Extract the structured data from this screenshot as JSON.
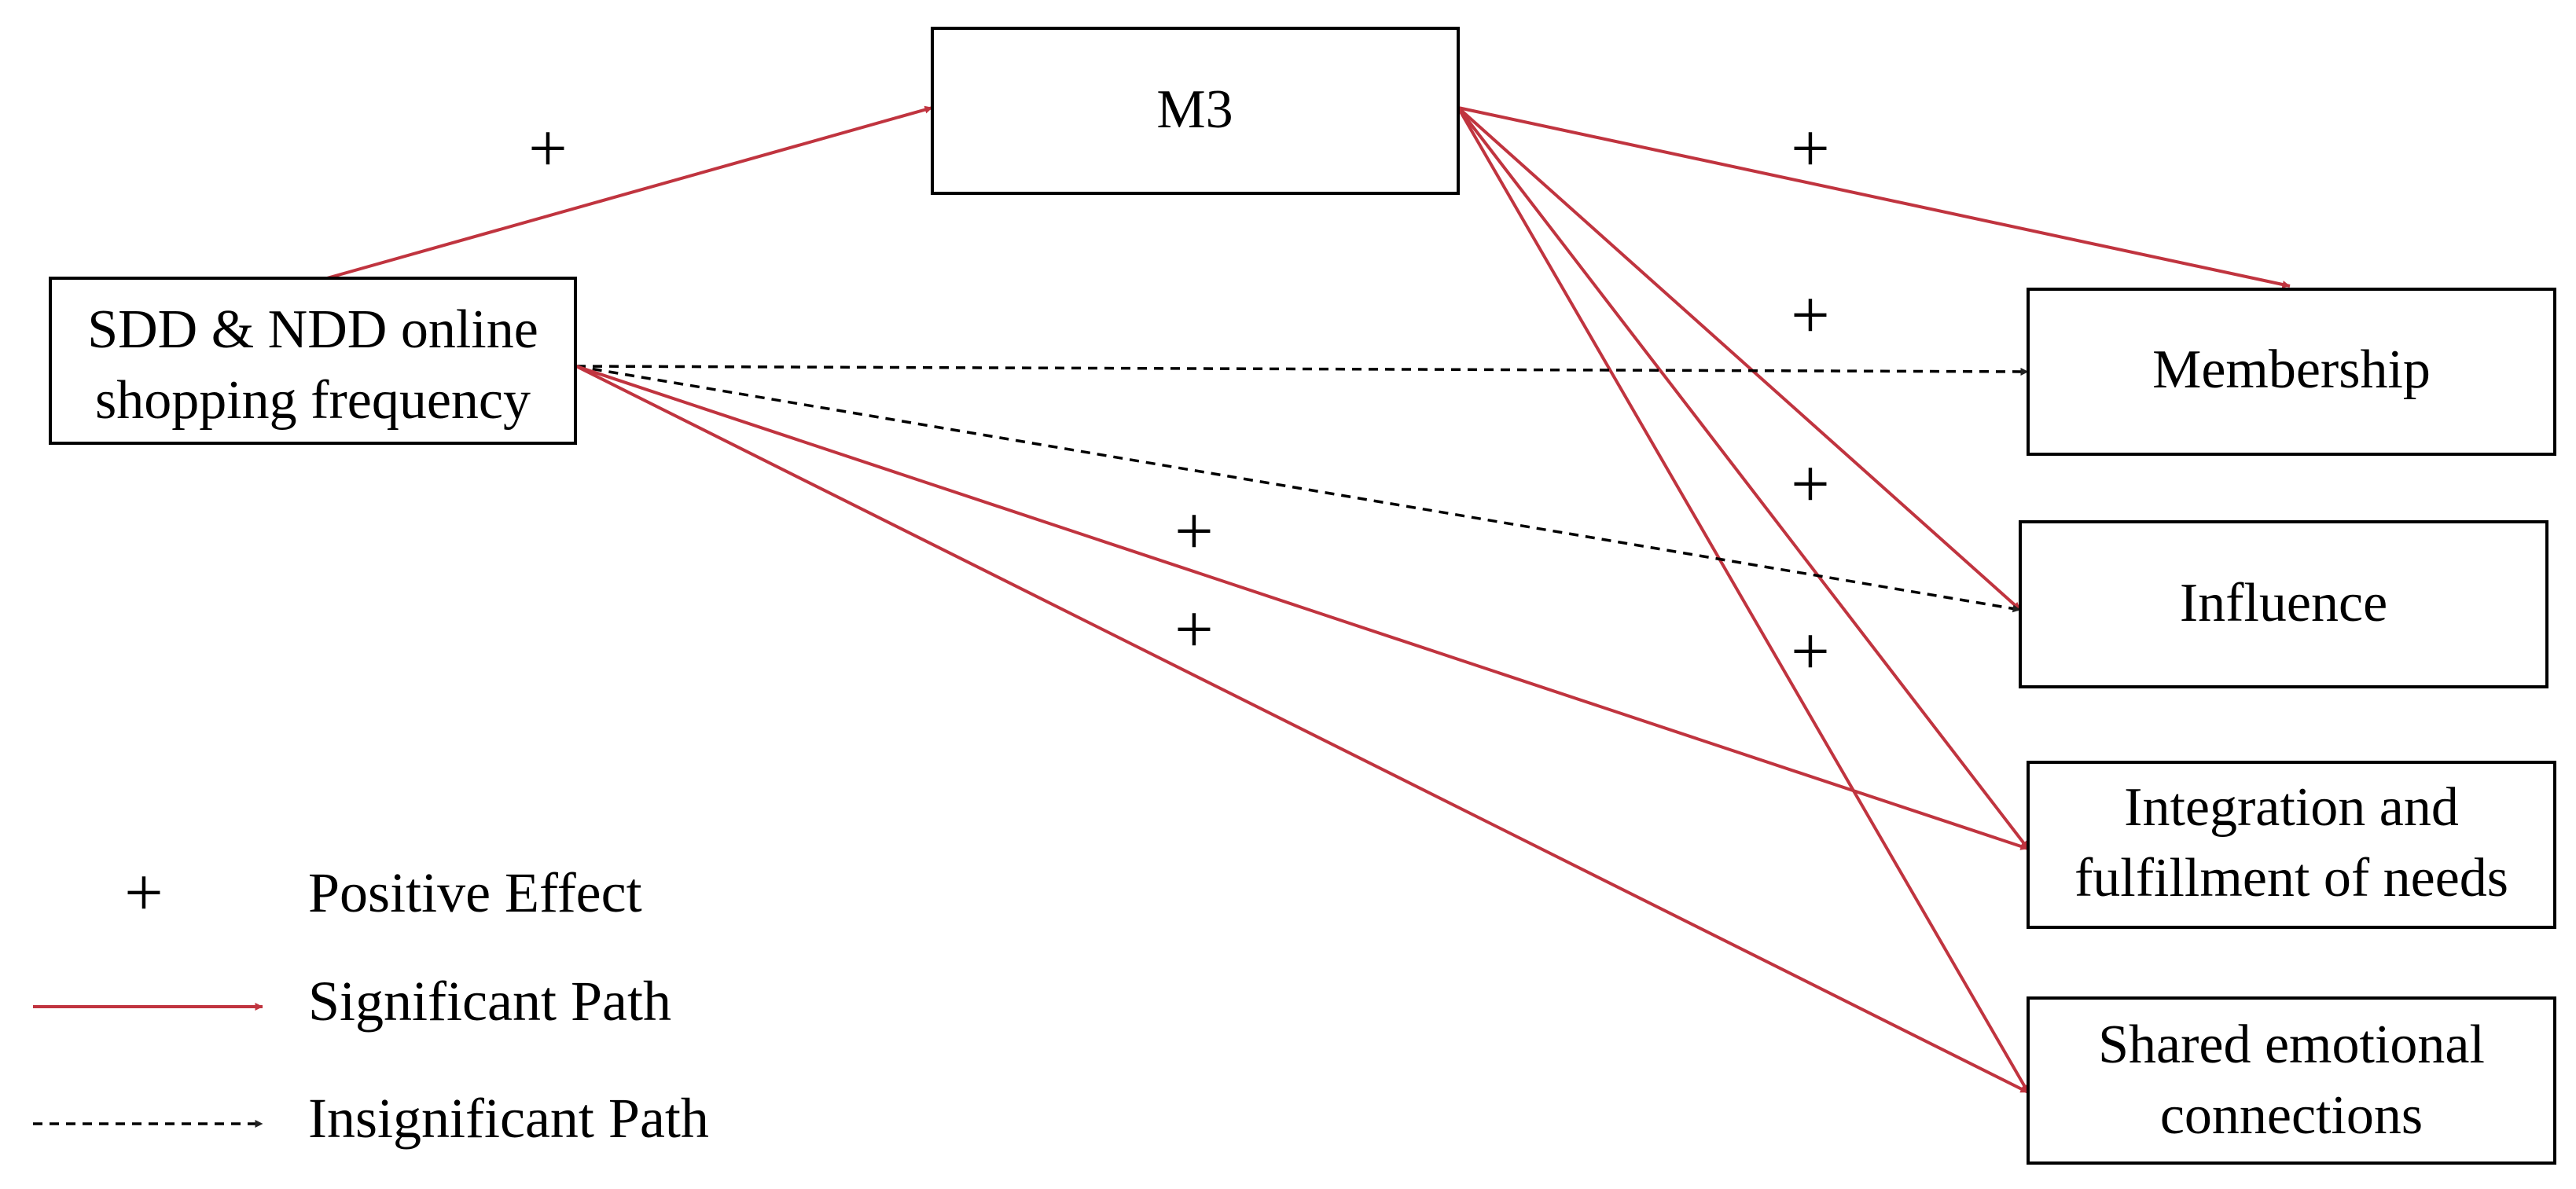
{
  "nodes": {
    "source": {
      "lines": [
        "SDD & NDD online",
        "shopping frequency"
      ]
    },
    "mediator": {
      "lines": [
        "M3"
      ]
    },
    "membership": {
      "lines": [
        "Membership"
      ]
    },
    "influence": {
      "lines": [
        "Influence"
      ]
    },
    "integration": {
      "lines": [
        "Integration and",
        "fulfillment of needs"
      ]
    },
    "shared": {
      "lines": [
        "Shared emotional",
        "connections"
      ]
    }
  },
  "effect_symbol": "+",
  "legend": {
    "positive": "Positive Effect",
    "significant": "Significant Path",
    "insignificant": "Insignificant Path"
  },
  "colors": {
    "significant": "#c0343f",
    "insignificant": "#000000"
  },
  "paths": [
    {
      "from": "source",
      "to": "mediator",
      "significant": true,
      "effect": "+"
    },
    {
      "from": "mediator",
      "to": "membership",
      "significant": true,
      "effect": "+"
    },
    {
      "from": "mediator",
      "to": "influence",
      "significant": true,
      "effect": "+"
    },
    {
      "from": "mediator",
      "to": "integration",
      "significant": true,
      "effect": "+"
    },
    {
      "from": "mediator",
      "to": "shared",
      "significant": true,
      "effect": "+"
    },
    {
      "from": "source",
      "to": "membership",
      "significant": false,
      "effect": ""
    },
    {
      "from": "source",
      "to": "influence",
      "significant": false,
      "effect": ""
    },
    {
      "from": "source",
      "to": "integration",
      "significant": true,
      "effect": "+"
    },
    {
      "from": "source",
      "to": "shared",
      "significant": true,
      "effect": "+"
    }
  ]
}
